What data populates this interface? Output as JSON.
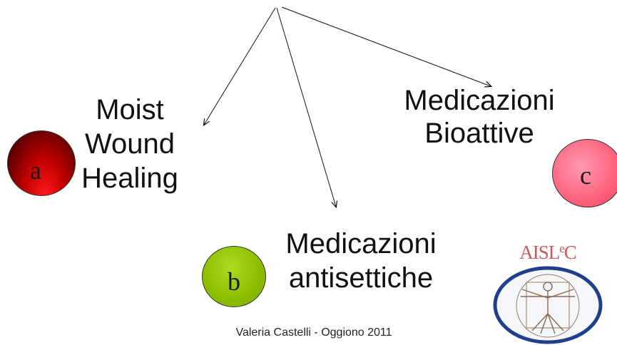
{
  "nodes": {
    "a": {
      "letter": "a",
      "lines": [
        "Moist",
        "Wound",
        "Healing"
      ],
      "color": "#c00000"
    },
    "b": {
      "letter": "b",
      "lines": [
        "Medicazioni",
        "antisettiche"
      ],
      "color": "#8cc000"
    },
    "c": {
      "letter": "c",
      "lines": [
        "Medicazioni",
        "Bioattive"
      ],
      "color": "#ff6680"
    }
  },
  "footer": "Valeria Castelli - Oggiono 2011",
  "logo": {
    "text": "AISLeC",
    "icon": "vitruvian-man-logo",
    "border_color": "#1f3f8a"
  }
}
